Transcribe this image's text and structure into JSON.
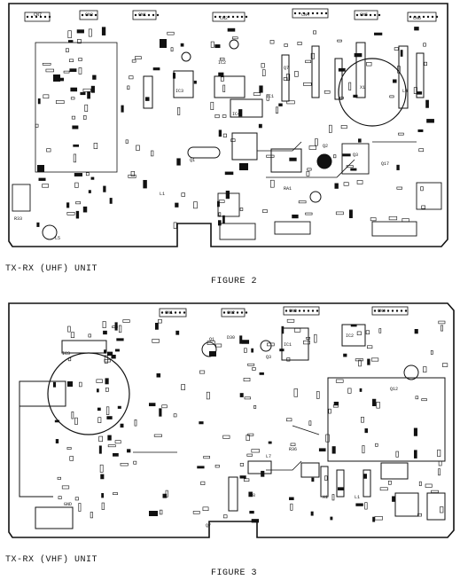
{
  "figures": [
    {
      "unit_label": "TX-RX (UHF) UNIT",
      "figure_label": "FIGURE 2",
      "parts": [
        "CN7",
        "CN3",
        "CN1",
        "CN2",
        "CN4",
        "CN5",
        "CN6",
        "IC1",
        "IC2",
        "IC3",
        "IC4",
        "Q1",
        "Q2",
        "Q3",
        "Q7",
        "X1",
        "L1",
        "L4",
        "L5",
        "R33",
        "RA1",
        "Q17"
      ]
    },
    {
      "unit_label": "TX-RX (VHF) UNIT",
      "figure_label": "FIGURE 3",
      "parts": [
        "CN1",
        "CN2",
        "CN3",
        "CN4",
        "IC1",
        "IC2",
        "IC3",
        "Q1",
        "Q3",
        "Q7",
        "Q12",
        "X1",
        "L1",
        "L7",
        "L8",
        "R36",
        "D30",
        "GND"
      ]
    }
  ]
}
